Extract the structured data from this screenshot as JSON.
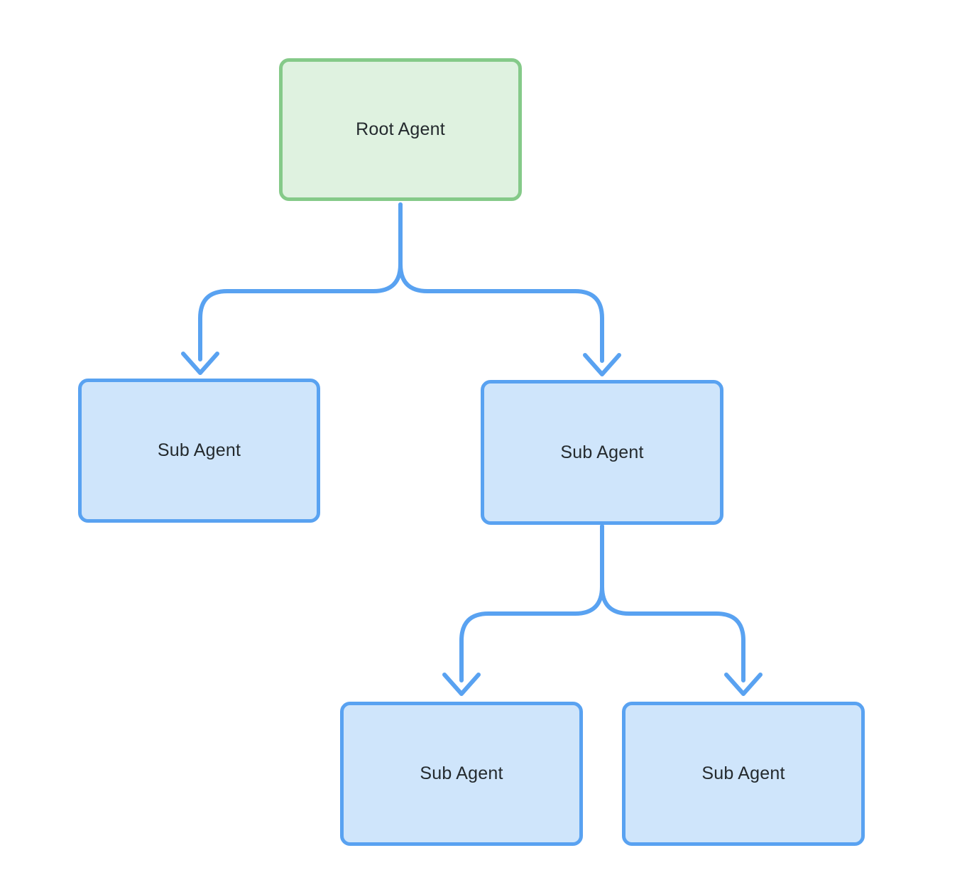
{
  "diagram": {
    "colors": {
      "connector": "#59a2f1",
      "root_fill": "#dff2e0",
      "root_border": "#85ca89",
      "sub_fill": "#cfe5fb",
      "sub_border": "#59a2f1",
      "label_text": "#242a2e",
      "background": "#ffffff"
    },
    "nodes": [
      {
        "id": "root",
        "label": "Root Agent",
        "kind": "root"
      },
      {
        "id": "sub-left",
        "label": "Sub Agent",
        "kind": "sub"
      },
      {
        "id": "sub-right",
        "label": "Sub Agent",
        "kind": "sub"
      },
      {
        "id": "sub-right-child-left",
        "label": "Sub Agent",
        "kind": "sub"
      },
      {
        "id": "sub-right-child-right",
        "label": "Sub Agent",
        "kind": "sub"
      }
    ],
    "edges": [
      {
        "from": "root",
        "to": "sub-left"
      },
      {
        "from": "root",
        "to": "sub-right"
      },
      {
        "from": "sub-right",
        "to": "sub-right-child-left"
      },
      {
        "from": "sub-right",
        "to": "sub-right-child-right"
      }
    ]
  }
}
